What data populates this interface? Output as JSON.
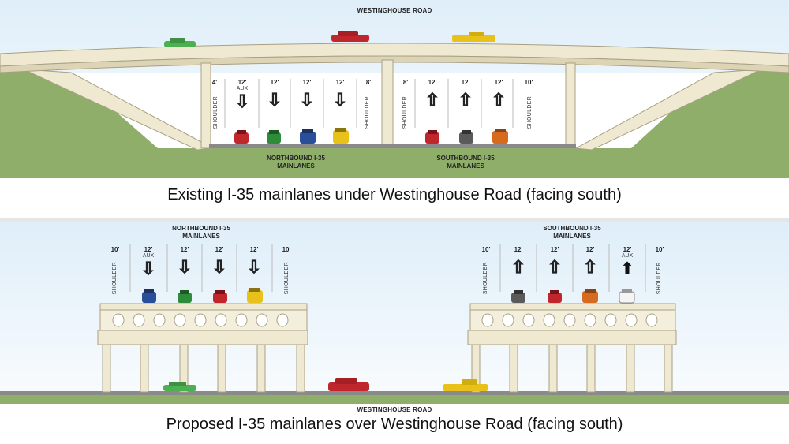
{
  "top": {
    "road_label": "WESTINGHOUSE ROAD",
    "caption": "Existing I-35 mainlanes under Westinghouse Road (facing south)",
    "northbound_label": [
      "NORTHBOUND I-35",
      "MAINLANES"
    ],
    "southbound_label": [
      "SOUTHBOUND I-35",
      "MAINLANES"
    ],
    "northbound_lanes": [
      {
        "width": "4'",
        "type": "shoulder",
        "label": "SHOULDER"
      },
      {
        "width": "12'",
        "type": "lane",
        "aux": "AUX",
        "arrow": "down"
      },
      {
        "width": "12'",
        "type": "lane",
        "arrow": "down"
      },
      {
        "width": "12'",
        "type": "lane",
        "arrow": "down"
      },
      {
        "width": "12'",
        "type": "lane",
        "arrow": "down"
      },
      {
        "width": "8'",
        "type": "shoulder",
        "label": "SHOULDER"
      }
    ],
    "southbound_lanes": [
      {
        "width": "8'",
        "type": "shoulder",
        "label": "SHOULDER"
      },
      {
        "width": "12'",
        "type": "lane",
        "arrow": "up"
      },
      {
        "width": "12'",
        "type": "lane",
        "arrow": "up"
      },
      {
        "width": "12'",
        "type": "lane",
        "arrow": "up"
      },
      {
        "width": "10'",
        "type": "shoulder",
        "label": "SHOULDER"
      }
    ]
  },
  "bottom": {
    "road_label": "WESTINGHOUSE ROAD",
    "caption": "Proposed I-35 mainlanes over Westinghouse Road (facing south)",
    "northbound_label": [
      "NORTHBOUND I-35",
      "MAINLANES"
    ],
    "southbound_label": [
      "SOUTHBOUND I-35",
      "MAINLANES"
    ],
    "northbound_lanes": [
      {
        "width": "10'",
        "type": "shoulder",
        "label": "SHOULDER"
      },
      {
        "width": "12'",
        "type": "lane",
        "aux": "AUX",
        "arrow": "down"
      },
      {
        "width": "12'",
        "type": "lane",
        "arrow": "down"
      },
      {
        "width": "12'",
        "type": "lane",
        "arrow": "down"
      },
      {
        "width": "12'",
        "type": "lane",
        "arrow": "down"
      },
      {
        "width": "10'",
        "type": "shoulder",
        "label": "SHOULDER"
      }
    ],
    "southbound_lanes": [
      {
        "width": "10'",
        "type": "shoulder",
        "label": "SHOULDER"
      },
      {
        "width": "12'",
        "type": "lane",
        "arrow": "up"
      },
      {
        "width": "12'",
        "type": "lane",
        "arrow": "up"
      },
      {
        "width": "12'",
        "type": "lane",
        "arrow": "up"
      },
      {
        "width": "12'",
        "type": "lane",
        "aux": "AUX",
        "arrow": "up-solid"
      },
      {
        "width": "10'",
        "type": "shoulder",
        "label": "SHOULDER"
      }
    ]
  },
  "colors": {
    "grass": "#8fae6a",
    "sky_top": "#eaf3fa",
    "concrete": "#efe9d2",
    "concrete_dark": "#cfc7a8",
    "asphalt": "#8a8a8a"
  }
}
